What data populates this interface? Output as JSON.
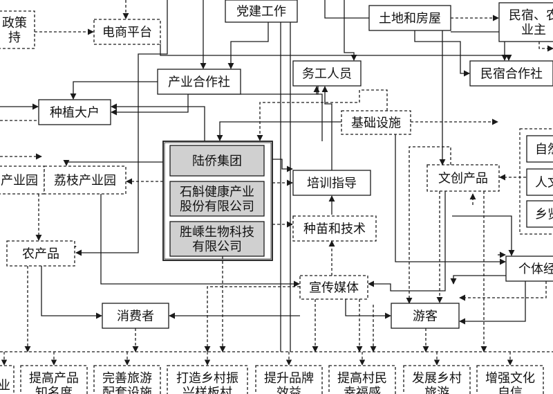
{
  "colors": {
    "line": "#1a1a1a",
    "box_fill": "#ffffff",
    "company_fill": "#d0d0d0",
    "background": "#ffffff"
  },
  "nodes": {
    "policy": [
      "政策",
      "持"
    ],
    "party": [
      "党建工作"
    ],
    "land": [
      "土地和房屋"
    ],
    "minsu": [
      "民宿、农",
      "业主"
    ],
    "ecommerce": [
      "电商平台"
    ],
    "coop": [
      "产业合作社"
    ],
    "workers": [
      "务工人员"
    ],
    "minsu_coop": [
      "民宿合作社"
    ],
    "grower": [
      "种植大户"
    ],
    "infra": [
      "基础设施"
    ],
    "group": [
      "陆侨集团"
    ],
    "shihu": [
      "石斛健康产业",
      "股份有限公司"
    ],
    "shengsheng": [
      "胜嵊生物科技",
      "有限公司"
    ],
    "industry_park": [
      "产业园"
    ],
    "lychee_park": [
      "荔枝产业园"
    ],
    "training": [
      "培训指导"
    ],
    "seedling": [
      "种苗和技术"
    ],
    "cultural": [
      "文创产品"
    ],
    "natural": [
      "自然"
    ],
    "humanities": [
      "人文"
    ],
    "rural": [
      "乡贤"
    ],
    "farm_products": [
      "农产品"
    ],
    "individual": [
      "个体经"
    ],
    "media": [
      "宣传媒体"
    ],
    "consumer": [
      "消费者"
    ],
    "tourist": [
      "游客"
    ]
  },
  "outcomes": [
    [
      "业"
    ],
    [
      "提高产品",
      "知名度"
    ],
    [
      "完善旅游",
      "配套设施"
    ],
    [
      "打造乡村振",
      "兴样板村"
    ],
    [
      "提升品牌",
      "效益"
    ],
    [
      "提高村民",
      "幸福感"
    ],
    [
      "发展乡村",
      "旅游"
    ],
    [
      "增强文化",
      "自信"
    ]
  ]
}
